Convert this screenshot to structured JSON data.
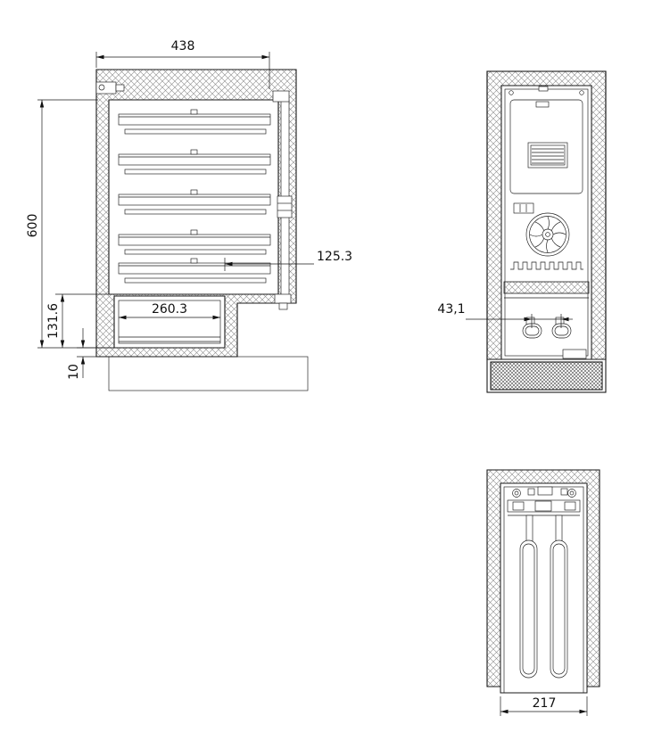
{
  "colors": {
    "ink": "#1a1a1a",
    "hatch": "#8c8c8c",
    "background": "#ffffff"
  },
  "drawing": {
    "dimensions": {
      "top_width": "438",
      "left_height": "600",
      "lower_left_height": "131.6",
      "base_thickness": "10",
      "shelf_depth": "125.3",
      "compartment_width": "260.3",
      "filter_spacing": "43,1",
      "bottom_width": "217"
    }
  }
}
